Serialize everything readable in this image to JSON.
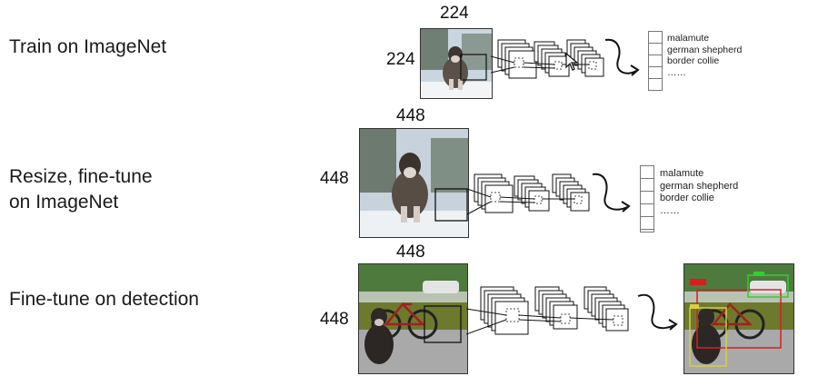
{
  "stages": [
    {
      "label": "Train on ImageNet",
      "width_label": "224",
      "height_label": "224",
      "classes": [
        "malamute",
        "german shepherd",
        "border collie",
        "……"
      ]
    },
    {
      "label_line1": "Resize, fine-tune",
      "label_line2": "on ImageNet",
      "width_label": "448",
      "height_label": "448",
      "classes": [
        "malamute",
        "german shepherd",
        "border collie",
        "……"
      ]
    },
    {
      "label": "Fine-tune on detection",
      "width_label": "448",
      "height_label": "448"
    }
  ],
  "colors": {
    "detect_box_bike": "#d62020",
    "detect_box_dog": "#d8d040",
    "detect_box_car": "#30d030"
  },
  "icons": [
    "arrow-curve-icon",
    "mouse-cursor-icon"
  ]
}
